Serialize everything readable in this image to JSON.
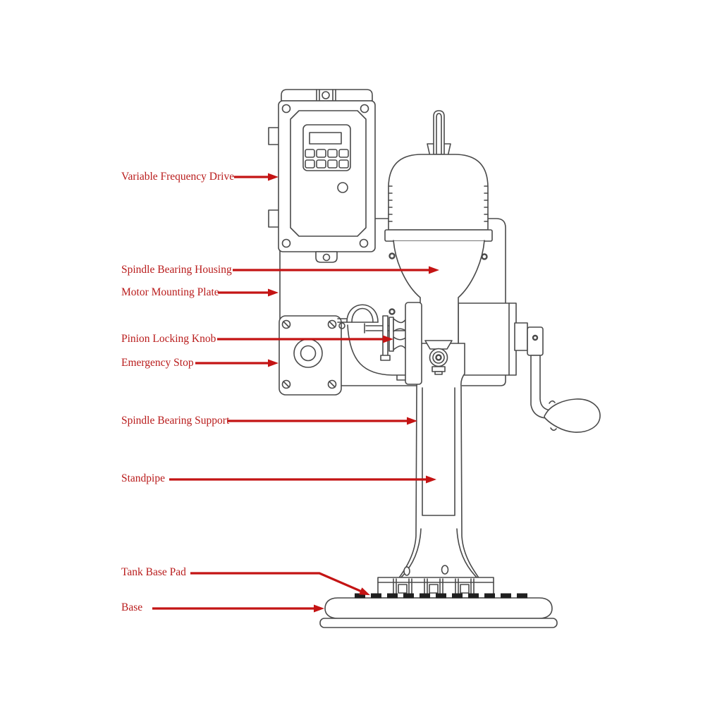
{
  "figure": {
    "type": "technical-diagram",
    "description": "Line drawing of a pedestal mixer drive assembly with red callout labels"
  },
  "colors": {
    "label_color": "#b91c1c",
    "arrow_color": "#c41414",
    "line_color": "#4a4a4a",
    "pad_color": "#1f1f1f",
    "drawing_fill": "#ffffff",
    "page_bg": "#ffffff"
  },
  "annotations": [
    {
      "id": "variable-frequency-drive",
      "text": "Variable Frequency Drive"
    },
    {
      "id": "spindle-bearing-housing",
      "text": "Spindle Bearing Housing"
    },
    {
      "id": "motor-mounting-plate",
      "text": "Motor Mounting Plate"
    },
    {
      "id": "pinion-locking-knob",
      "text": "Pinion Locking Knob"
    },
    {
      "id": "emergency-stop",
      "text": "Emergency Stop"
    },
    {
      "id": "spindle-bearing-support",
      "text": "Spindle Bearing Support"
    },
    {
      "id": "standpipe",
      "text": "Standpipe"
    },
    {
      "id": "tank-base-pad",
      "text": "Tank Base Pad"
    },
    {
      "id": "base",
      "text": "Base"
    }
  ]
}
